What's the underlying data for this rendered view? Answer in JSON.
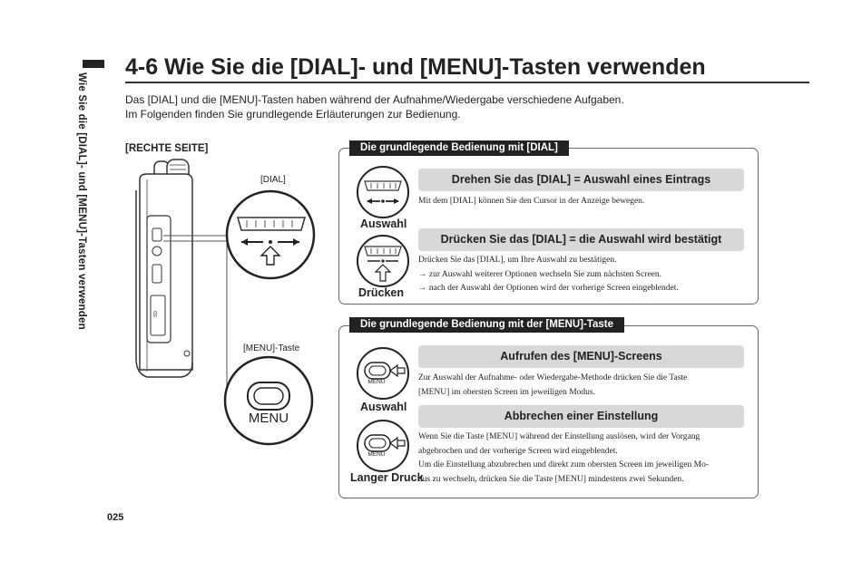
{
  "sidebar": {
    "vertical_title": "Wie Sie die [DIAL]- und [MENU]-Tasten verwenden"
  },
  "header": {
    "title": "4-6  Wie Sie die [DIAL]- und [MENU]-Tasten verwenden"
  },
  "intro": {
    "line1": "Das [DIAL] und die [MENU]-Tasten haben während der Aufnahme/Wiedergabe verschiedene Aufgaben.",
    "line2": "Im Folgenden finden Sie grundlegende Erläuterungen zur Bedienung."
  },
  "illustration": {
    "right_side_label": "[RECHTE SEITE]",
    "dial_label": "[DIAL]",
    "menu_label": "[MENU]-Taste",
    "menu_button_text": "MENU"
  },
  "dial_panel": {
    "title": "Die grundlegende Bedienung mit [DIAL]",
    "turn": {
      "action": "Auswahl",
      "heading": "Drehen Sie das [DIAL] = Auswahl eines Eintrags",
      "text": "Mit dem [DIAL] können Sie den Cursor in der Anzeige bewegen."
    },
    "press": {
      "action": "Drücken",
      "heading": "Drücken Sie das [DIAL] = die Auswahl wird bestätigt",
      "line1": "Drücken Sie das [DIAL], um Ihre Auswahl zu bestätigen.",
      "line2": "→ zur Auswahl weiterer Optionen wechseln Sie zum nächsten Screen.",
      "line3": "→ nach der Auswahl der Optionen wird der vorherige Screen eingeblendet."
    }
  },
  "menu_panel": {
    "title": "Die grundlegende Bedienung mit der [MENU]-Taste",
    "icon_text": "MENU",
    "open": {
      "action": "Auswahl",
      "heading": "Aufrufen des [MENU]-Screens",
      "line1": "Zur Auswahl der Aufnahme- oder Wiedergabe-Methode drücken Sie die Taste",
      "line2": "[MENU] im obersten Screen im jeweiligen Modus."
    },
    "cancel": {
      "action": "Langer Druck",
      "heading": "Abbrechen einer Einstellung",
      "line1": "Wenn Sie die Taste [MENU] während der Einstellung auslösen, wird der Vorgang",
      "line2": "abgebrochen und der vorherige Screen wird eingeblendet.",
      "line3": "Um die Einstellung abzubrechen und direkt zum obersten Screen im jeweiligen Mo-",
      "line4": "dus zu wechseln, drücken Sie die Taste [MENU] mindestens zwei Sekunden."
    }
  },
  "footer": {
    "page_number": "025"
  }
}
